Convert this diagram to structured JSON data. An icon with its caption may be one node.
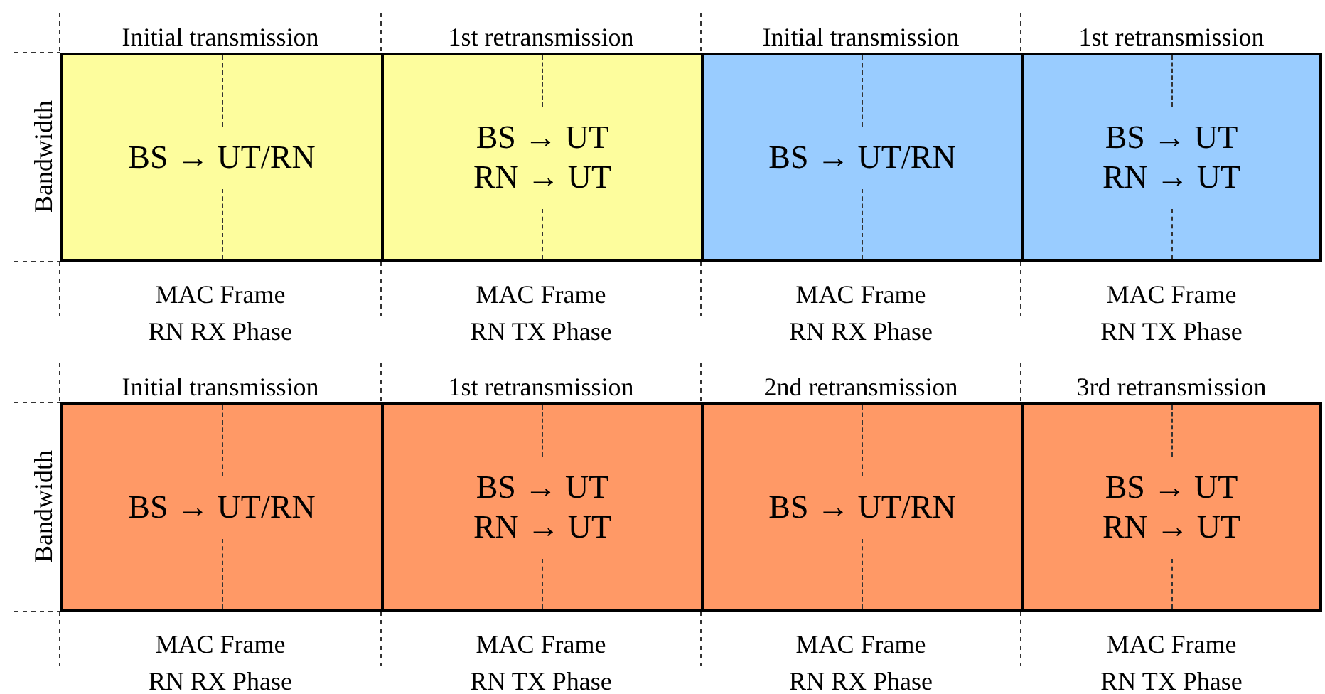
{
  "diagram": {
    "nodes": [
      {
        "text": [
          "Initial transmission",
          "BS → UT/RN"
        ],
        "beside": [
          "MAC Frame",
          "RN RX Phase"
        ]
      },
      {
        "text": [
          "1st retransmission",
          "BS → UT",
          "RN → UT"
        ],
        "beside": [
          "MAC Frame",
          "RN TX Phase"
        ]
      },
      {
        "text": [
          "Initial transmission",
          "BS → UT/RN"
        ],
        "beside": [
          "MAC Frame",
          "RN RX Phase"
        ]
      },
      {
        "text": [
          "1st retransmission",
          "BS → UT",
          "RN → UT"
        ],
        "beside": [
          "MAC Frame",
          "RN TX Phase"
        ]
      },
      {
        "text": [
          "Initial transmission",
          "BS → UT/RN"
        ],
        "beside": [
          "MAC Frame",
          "RN RX Phase"
        ]
      },
      {
        "text": [
          "1st retransmission",
          "BS → UT",
          "RN → UT"
        ],
        "beside": [
          "MAC Frame",
          "RN TX Phase"
        ]
      },
      {
        "text": [
          "2nd retransmission",
          "BS → UT/RN"
        ],
        "beside": [
          "MAC Frame",
          "RN RX Phase"
        ]
      },
      {
        "text": [
          "3rd retransmission",
          "BS → UT",
          "RN → UT"
        ],
        "beside": [
          "MAC Frame",
          "RN TX Phase"
        ]
      }
    ],
    "labels": [
      "Bandwidth",
      "Bandwidth"
    ]
  }
}
